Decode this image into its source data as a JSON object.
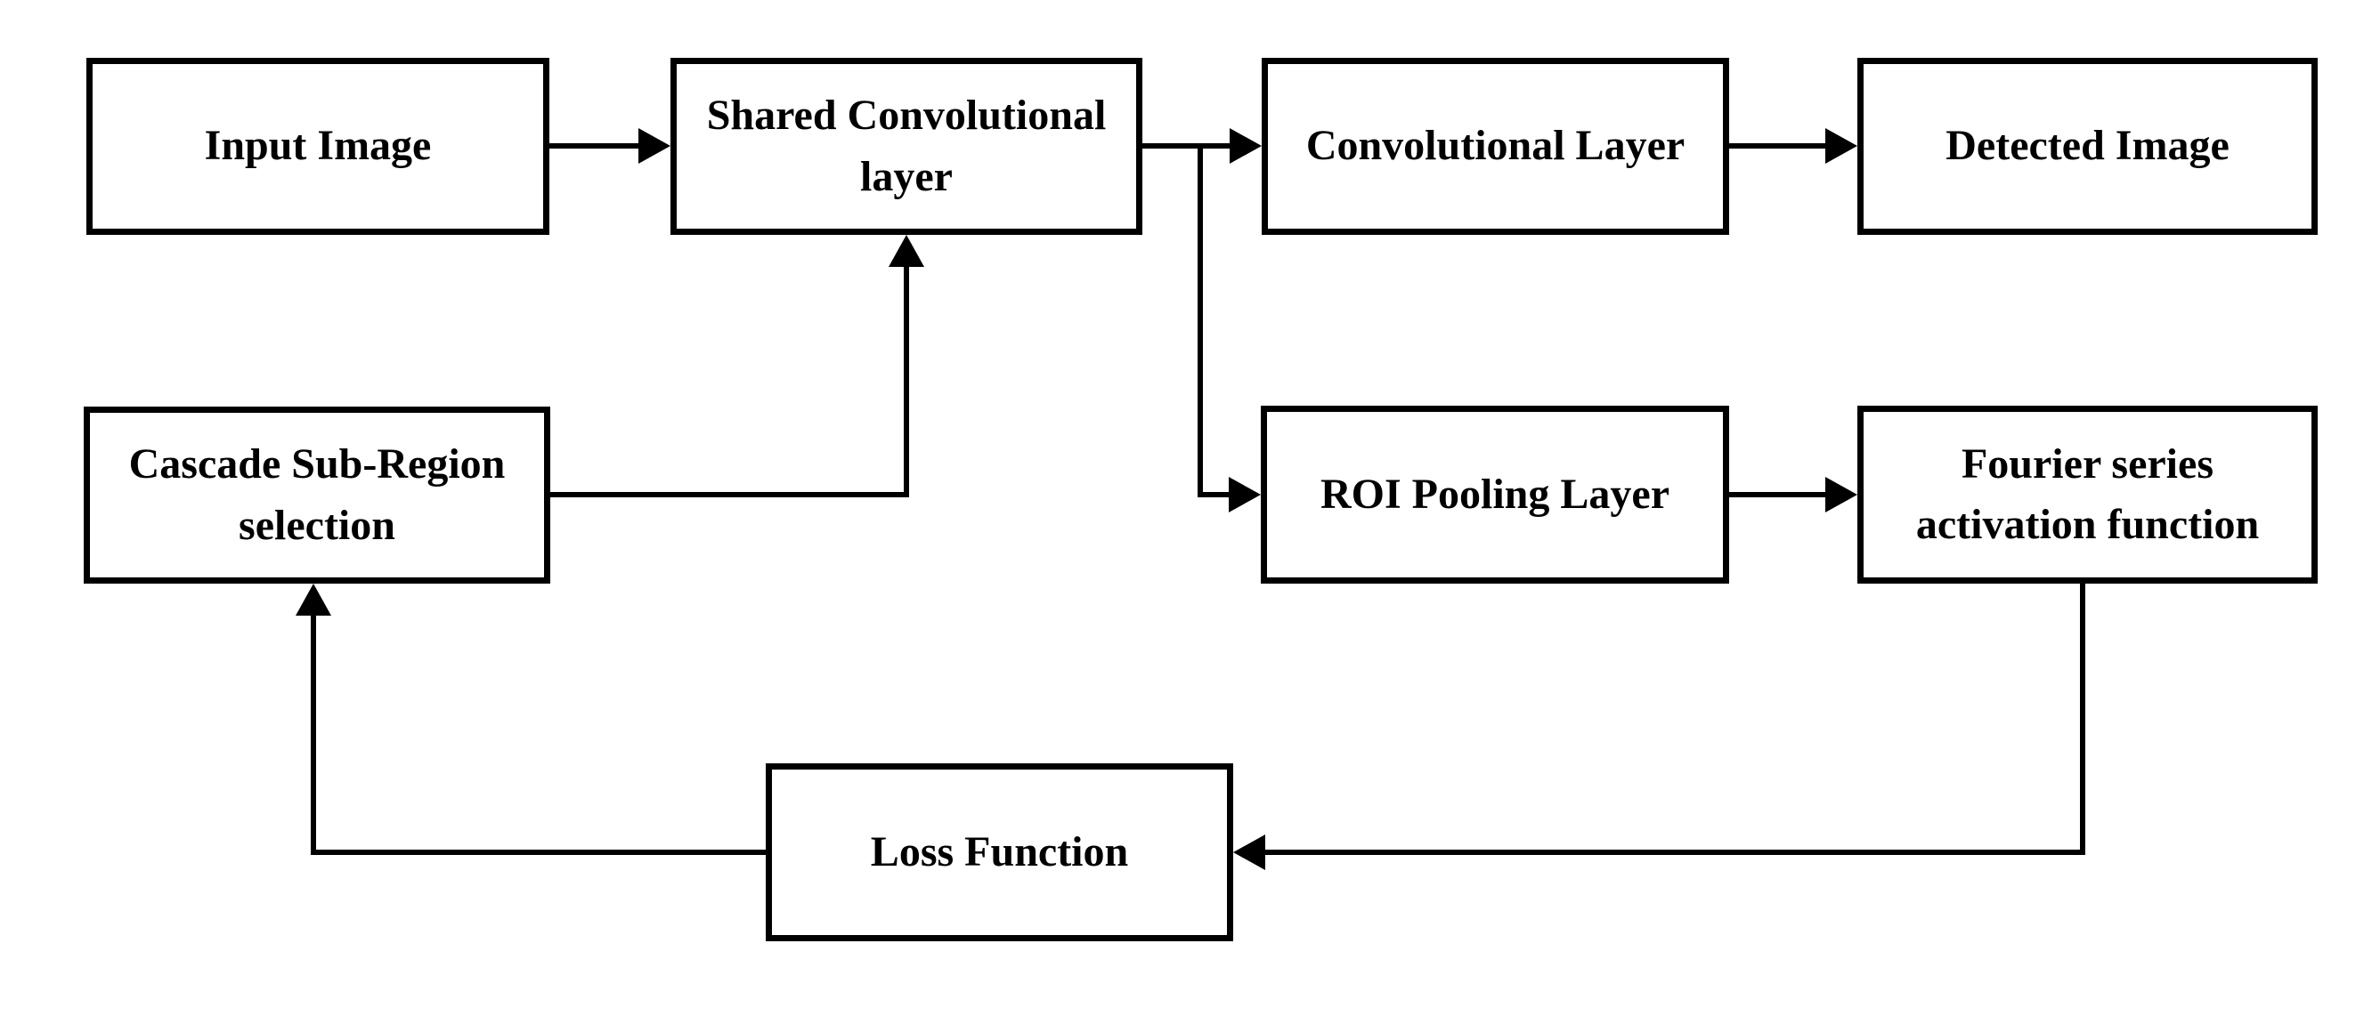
{
  "diagram": {
    "title": "Network architecture flowchart",
    "background_color": "#ffffff",
    "line_color": "#000000",
    "box_fill_color": "#ffffff",
    "box_border_color": "#000000",
    "text_color": "#000000"
  },
  "nodes": {
    "input_image": {
      "label": "Input Image"
    },
    "shared_conv": {
      "label": "Shared Convolutional\nlayer"
    },
    "conv_layer": {
      "label": "Convolutional Layer"
    },
    "detected_image": {
      "label": "Detected Image"
    },
    "cascade": {
      "label": "Cascade Sub-Region\nselection"
    },
    "roi_pooling": {
      "label": "ROI Pooling Layer"
    },
    "fourier": {
      "label": "Fourier series\nactivation function"
    },
    "loss": {
      "label": "Loss Function"
    }
  },
  "edges": [
    {
      "from": "input_image",
      "to": "shared_conv",
      "style": "arrow-right"
    },
    {
      "from": "shared_conv",
      "to": "conv_layer",
      "style": "arrow-right-with-branch"
    },
    {
      "from": "shared_conv",
      "to": "roi_pooling",
      "style": "branch-down-then-right"
    },
    {
      "from": "conv_layer",
      "to": "detected_image",
      "style": "arrow-right"
    },
    {
      "from": "roi_pooling",
      "to": "fourier",
      "style": "arrow-right"
    },
    {
      "from": "cascade",
      "to": "shared_conv",
      "style": "right-then-up-into-bottom"
    },
    {
      "from": "fourier",
      "to": "loss",
      "style": "down-then-left"
    },
    {
      "from": "loss",
      "to": "cascade",
      "style": "left-then-up-into-bottom"
    }
  ]
}
